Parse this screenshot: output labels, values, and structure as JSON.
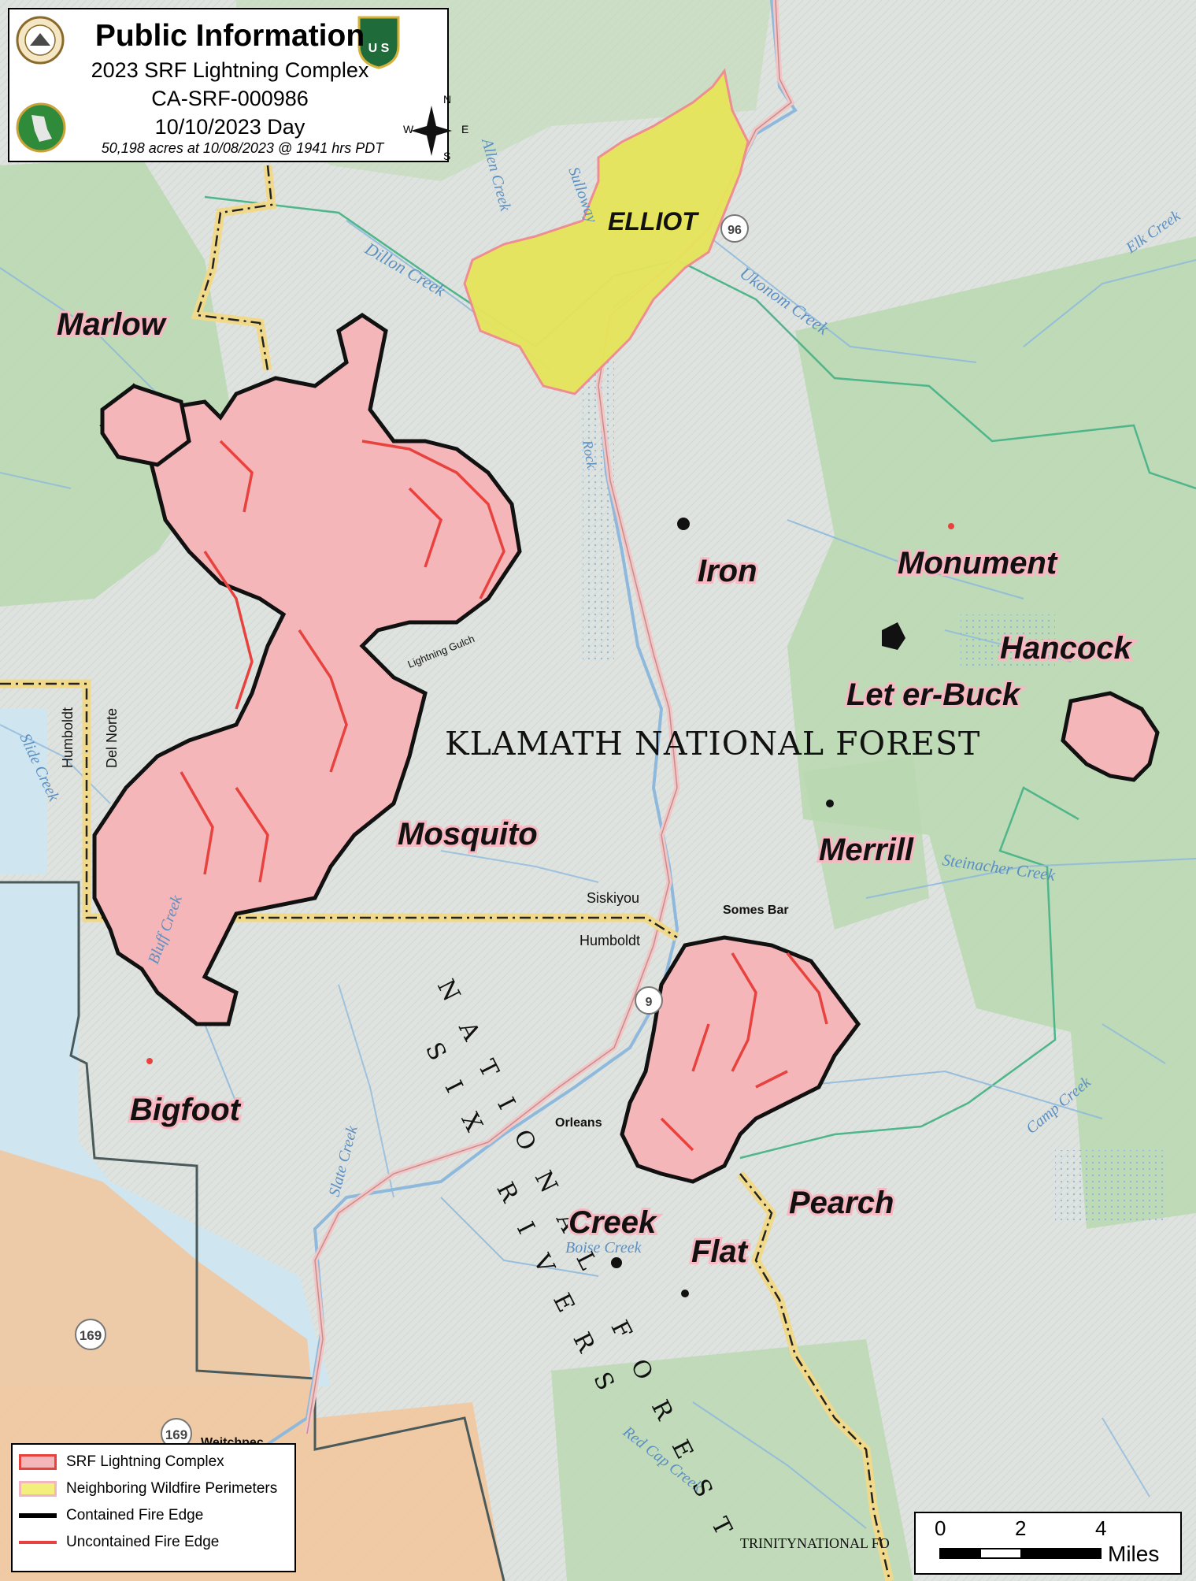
{
  "title_box": {
    "heading": "Public Information",
    "subtitle": "2023 SRF Lightning Complex",
    "incident_id": "CA-SRF-000986",
    "date": "10/10/2023 Day",
    "acreage": "50,198  acres at 10/08/2023 @ 1941 hrs PDT",
    "compass": {
      "n": "N",
      "s": "S",
      "e": "E",
      "w": "W"
    },
    "logos": [
      "doi-seal-icon",
      "usfs-shield-icon",
      "calfire-team-icon"
    ],
    "logo_text": {
      "usfs": "U S"
    }
  },
  "fire_labels": [
    {
      "name": "Marlow"
    },
    {
      "name": "ELLIOT"
    },
    {
      "name": "Iron"
    },
    {
      "name": "Monument"
    },
    {
      "name": "Hancock"
    },
    {
      "name": "Let er-Buck"
    },
    {
      "name": "Mosquito"
    },
    {
      "name": "Merrill"
    },
    {
      "name": "Bigfoot"
    },
    {
      "name": "Pearch"
    },
    {
      "name": "Creek"
    },
    {
      "name": "Flat"
    }
  ],
  "forest_labels": {
    "klamath": "KLAMATH NATIONAL FOREST",
    "six_rivers_1": "SIX RIVERS",
    "six_rivers_2": "NATIONAL FOREST",
    "trinity": "TRINITYNATIONAL FO"
  },
  "places": {
    "somes_bar": "Somes Bar",
    "orleans": "Orleans",
    "weitchpec": "Weitchpec",
    "siskiyou": "Siskiyou",
    "humboldt_h": "Humboldt",
    "humboldt_v": "Humboldt",
    "del_norte": "Del Norte",
    "lightning_gulch": "Lightning Gulch"
  },
  "creeks": {
    "dillon": "Dillon Creek",
    "ukonom": "Ukonom Creek",
    "elk": "Elk Creek",
    "steinacher": "Steinacher Creek",
    "camp": "Camp Creek",
    "boise": "Boise Creek",
    "slate": "Slate Creek",
    "bluff": "Bluff Creek",
    "slide": "Slide Creek",
    "red_cap": "Red Cap Creek",
    "sulloway": "Sulloway",
    "allen": "Allen Creek",
    "rock": "Rock"
  },
  "routes": {
    "r96": "96",
    "r96b": "9",
    "r169a": "169",
    "r169b": "169"
  },
  "legend": [
    {
      "label": "SRF Lightning Complex",
      "fill": "#f4b6b8",
      "stroke": "#e8423f",
      "kind": "poly"
    },
    {
      "label": "Neighboring Wildfire Perimeters",
      "fill": "#f2ef7c",
      "stroke": "#f2b6c0",
      "kind": "poly"
    },
    {
      "label": "Contained Fire Edge",
      "stroke": "#000000",
      "kind": "line"
    },
    {
      "label": "Uncontained Fire Edge",
      "stroke": "#e8423f",
      "kind": "line"
    }
  ],
  "scale_bar": {
    "ticks": [
      "0",
      "2",
      "4"
    ],
    "unit": "Miles"
  },
  "colors": {
    "terrain": "#dfe3df",
    "forest_green": "#b9d8b0",
    "fire_fill": "#f4b6b8",
    "fire_red": "#e8423f",
    "neighbor_fill": "#e6e55a",
    "road": "#f0c6c6",
    "river": "#8fb9dc",
    "county_line": "#f0d98a",
    "blue_area": "#cfe5ef",
    "orange_area": "#f2c59b",
    "teal_boundary": "#4fb58a"
  }
}
